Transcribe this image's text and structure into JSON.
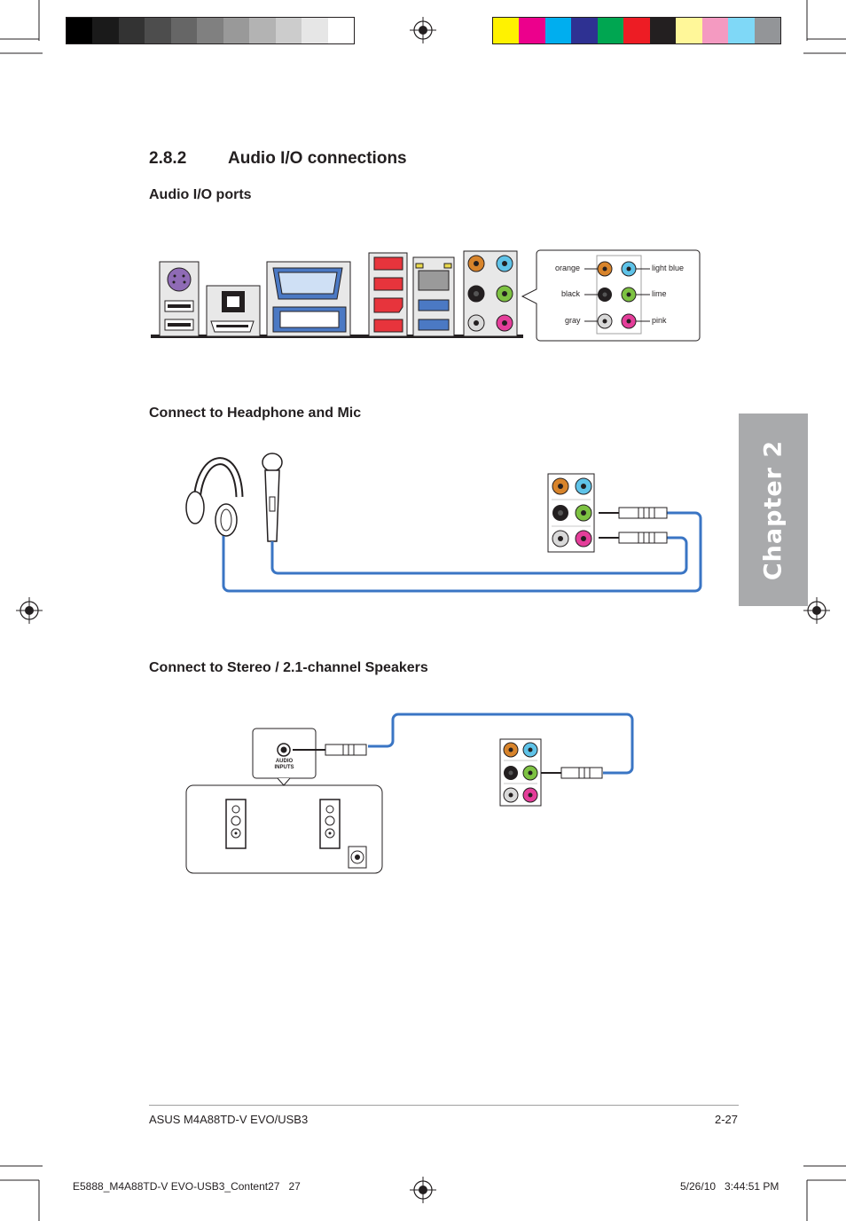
{
  "section": {
    "number": "2.8.2",
    "title": "Audio I/O connections"
  },
  "subheadings": {
    "ports": "Audio I/O ports",
    "headphone_mic": "Connect to Headphone and Mic",
    "stereo_speakers": "Connect to Stereo / 2.1-channel Speakers"
  },
  "port_colors": {
    "left": [
      "orange",
      "black",
      "gray"
    ],
    "right": [
      "light blue",
      "lime",
      "pink"
    ]
  },
  "speaker_box": {
    "label_line1": "AUDIO",
    "label_line2": "INPUTS"
  },
  "chapter_tab": "Chapter 2",
  "footer": {
    "product": "ASUS M4A88TD-V EVO/USB3",
    "page": "2-27"
  },
  "slug": {
    "file": "E5888_M4A88TD-V EVO-USB3_Content27   27",
    "date": "5/26/10   3:44:51 PM"
  },
  "colors": {
    "jack_orange": "#d8842b",
    "jack_light_blue": "#5fc3e8",
    "jack_black": "#231f20",
    "jack_lime": "#7dc242",
    "jack_gray": "#d9d9d9",
    "jack_pink": "#e43e9a",
    "cable_blue": "#3a75c4",
    "chapter_tab": "#a9aaac"
  }
}
